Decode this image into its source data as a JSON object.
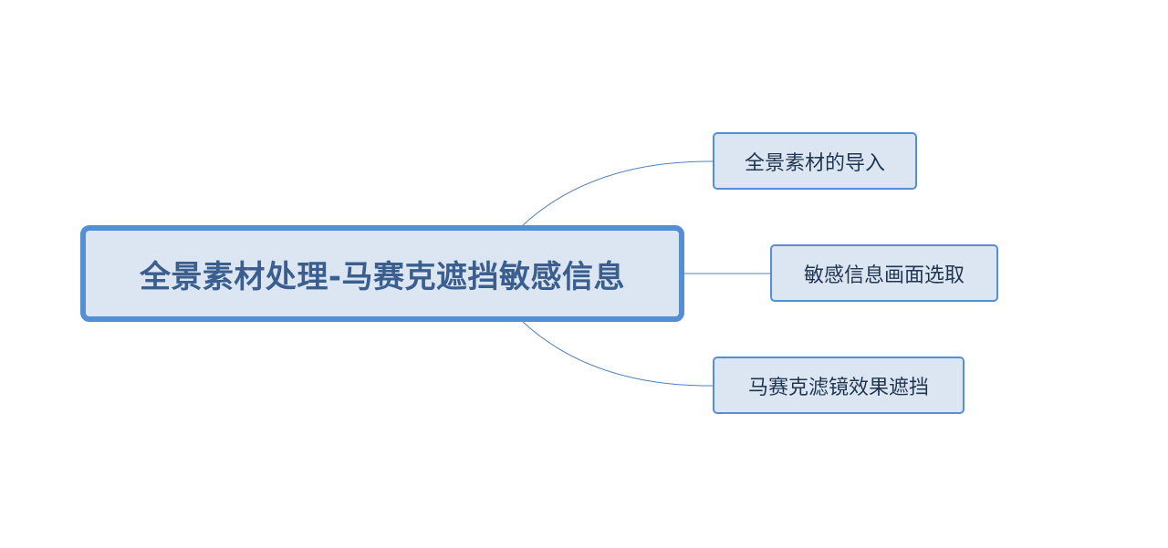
{
  "mindmap": {
    "root": {
      "label": "全景素材处理-马赛克遮挡敏感信息"
    },
    "children": [
      {
        "label": "全景素材的导入"
      },
      {
        "label": "敏感信息画面选取"
      },
      {
        "label": "马赛克滤镜效果遮挡"
      }
    ],
    "colors": {
      "node_fill": "#dce6f2",
      "node_border": "#558ed5",
      "root_text": "#3a5f8f",
      "child_text": "#1f3550",
      "connector": "#4f81bd"
    }
  }
}
